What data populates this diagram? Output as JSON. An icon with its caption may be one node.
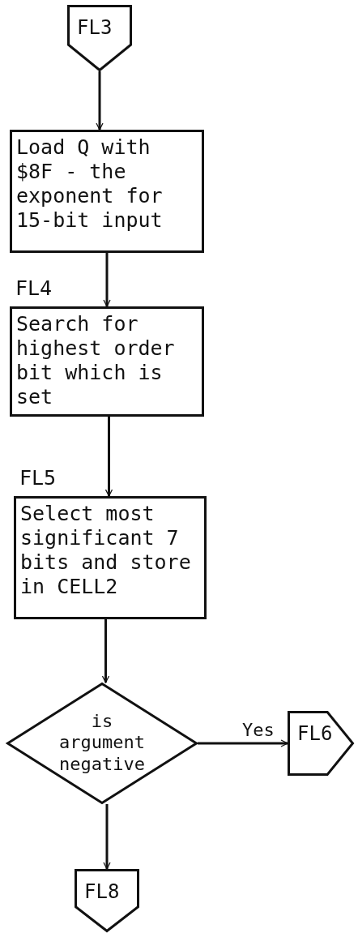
{
  "diagram": {
    "nodes": [
      {
        "text": [
          "FL3"
        ]
      },
      {
        "text": [
          "Load Q with $8F - the exponent for 15-bit input"
        ]
      },
      {
        "text": [
          "FL4",
          "Search for highest order bit which is set"
        ]
      },
      {
        "text": [
          "FL5",
          "Select most significant 7 bits and store in CELL2"
        ]
      },
      {
        "text": [
          "is argument negative"
        ]
      },
      {
        "text": [
          "FL6"
        ]
      },
      {
        "text": [
          "FL8"
        ]
      }
    ],
    "edges": [
      {
        "from": 0,
        "to": 1,
        "arrow": "to"
      },
      {
        "from": 1,
        "to": 2,
        "arrow": "to"
      },
      {
        "from": 2,
        "to": 3,
        "arrow": "to"
      },
      {
        "from": 3,
        "to": 4,
        "arrow": "to"
      },
      {
        "from": 4,
        "to": 5,
        "arrow": "to",
        "label": "Yes"
      },
      {
        "from": 4,
        "to": 6,
        "arrow": "to"
      }
    ]
  }
}
